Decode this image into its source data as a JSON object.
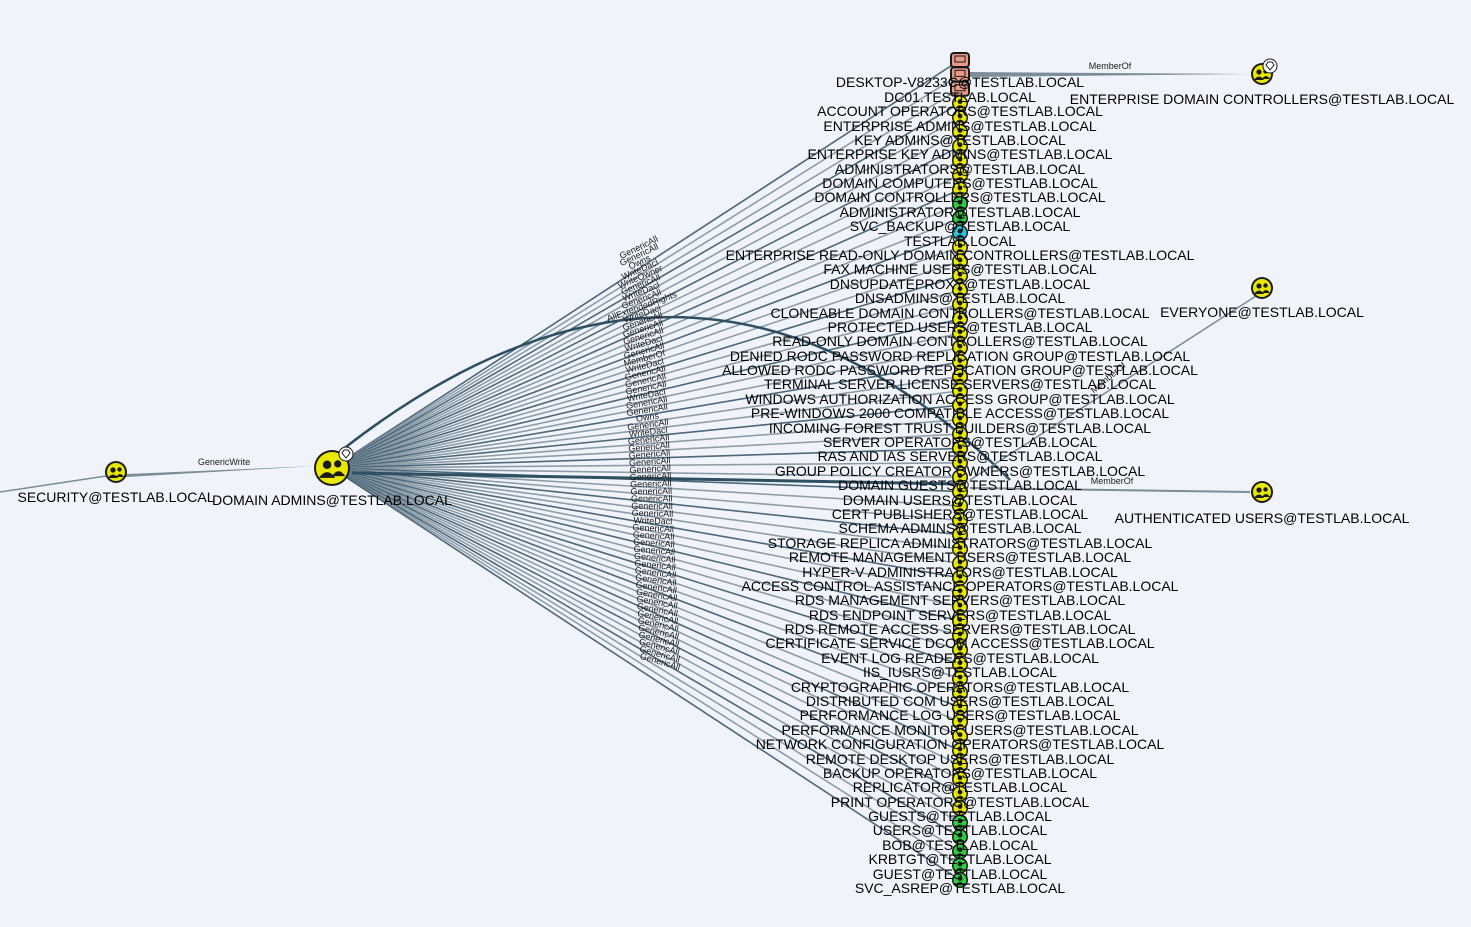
{
  "graph": {
    "source_nodes": [
      {
        "id": "security",
        "label": "SECURITY@TESTLAB.LOCAL",
        "kind": "group"
      },
      {
        "id": "domain_admins",
        "label": "DOMAIN ADMINS@TESTLAB.LOCAL",
        "kind": "group-highvalue"
      }
    ],
    "right_nodes": [
      {
        "id": "edc",
        "label": "ENTERPRISE DOMAIN CONTROLLERS@TESTLAB.LOCAL",
        "kind": "group-highvalue"
      },
      {
        "id": "everyone",
        "label": "EVERYONE@TESTLAB.LOCAL",
        "kind": "group"
      },
      {
        "id": "auth_users",
        "label": "AUTHENTICATED USERS@TESTLAB.LOCAL",
        "kind": "group"
      }
    ],
    "edge_security_to_da": "GenericWrite",
    "edge_to_edc": "MemberOf",
    "edge_to_auth": "MemberOf",
    "edge_to_everyone": "MemberOf",
    "target_nodes": [
      {
        "label": "DESKTOP-V8233",
        "kind": "computer"
      },
      {
        "label": "DESKTOP-V8233C@TESTLAB.LOCAL",
        "kind": "computer"
      },
      {
        "label": "DC01.TESTLAB.LOCAL",
        "kind": "computer"
      },
      {
        "label": "ACCOUNT OPERATORS@TESTLAB.LOCAL",
        "kind": "group"
      },
      {
        "label": "ENTERPRISE ADMINS@TESTLAB.LOCAL",
        "kind": "group"
      },
      {
        "label": "KEY ADMINS@TESTLAB.LOCAL",
        "kind": "group"
      },
      {
        "label": "ENTERPRISE KEY ADMINS@TESTLAB.LOCAL",
        "kind": "group"
      },
      {
        "label": "ADMINISTRATORS@TESTLAB.LOCAL",
        "kind": "group"
      },
      {
        "label": "DOMAIN COMPUTERS@TESTLAB.LOCAL",
        "kind": "group"
      },
      {
        "label": "DOMAIN CONTROLLERS@TESTLAB.LOCAL",
        "kind": "group"
      },
      {
        "label": "ADMINISTRATOR@TESTLAB.LOCAL",
        "kind": "user"
      },
      {
        "label": "SVC_BACKUP@TESTLAB.LOCAL",
        "kind": "user"
      },
      {
        "label": "TESTLAB.LOCAL",
        "kind": "domain"
      },
      {
        "label": "ENTERPRISE READ-ONLY DOMAIN CONTROLLERS@TESTLAB.LOCAL",
        "kind": "group"
      },
      {
        "label": "FAX MACHINE USERS@TESTLAB.LOCAL",
        "kind": "group"
      },
      {
        "label": "DNSUPDATEPROXY@TESTLAB.LOCAL",
        "kind": "group"
      },
      {
        "label": "DNSADMINS@TESTLAB.LOCAL",
        "kind": "group"
      },
      {
        "label": "CLONEABLE DOMAIN CONTROLLERS@TESTLAB.LOCAL",
        "kind": "group"
      },
      {
        "label": "PROTECTED USERS@TESTLAB.LOCAL",
        "kind": "group"
      },
      {
        "label": "READ-ONLY DOMAIN CONTROLLERS@TESTLAB.LOCAL",
        "kind": "group"
      },
      {
        "label": "DENIED RODC PASSWORD REPLICATION GROUP@TESTLAB.LOCAL",
        "kind": "group"
      },
      {
        "label": "ALLOWED RODC PASSWORD REPLICATION GROUP@TESTLAB.LOCAL",
        "kind": "group"
      },
      {
        "label": "TERMINAL SERVER LICENSE SERVERS@TESTLAB.LOCAL",
        "kind": "group"
      },
      {
        "label": "WINDOWS AUTHORIZATION ACCESS GROUP@TESTLAB.LOCAL",
        "kind": "group"
      },
      {
        "label": "PRE-WINDOWS 2000 COMPATIBLE ACCESS@TESTLAB.LOCAL",
        "kind": "group"
      },
      {
        "label": "INCOMING FOREST TRUST BUILDERS@TESTLAB.LOCAL",
        "kind": "group"
      },
      {
        "label": "SERVER OPERATORS@TESTLAB.LOCAL",
        "kind": "group"
      },
      {
        "label": "RAS AND IAS SERVERS@TESTLAB.LOCAL",
        "kind": "group"
      },
      {
        "label": "GROUP POLICY CREATOR OWNERS@TESTLAB.LOCAL",
        "kind": "group"
      },
      {
        "label": "DOMAIN GUESTS@TESTLAB.LOCAL",
        "kind": "group"
      },
      {
        "label": "DOMAIN USERS@TESTLAB.LOCAL",
        "kind": "group"
      },
      {
        "label": "CERT PUBLISHERS@TESTLAB.LOCAL",
        "kind": "group"
      },
      {
        "label": "SCHEMA ADMINS@TESTLAB.LOCAL",
        "kind": "group"
      },
      {
        "label": "STORAGE REPLICA ADMINISTRATORS@TESTLAB.LOCAL",
        "kind": "group"
      },
      {
        "label": "REMOTE MANAGEMENT USERS@TESTLAB.LOCAL",
        "kind": "group"
      },
      {
        "label": "HYPER-V ADMINISTRATORS@TESTLAB.LOCAL",
        "kind": "group"
      },
      {
        "label": "ACCESS CONTROL ASSISTANCE OPERATORS@TESTLAB.LOCAL",
        "kind": "group"
      },
      {
        "label": "RDS MANAGEMENT SERVERS@TESTLAB.LOCAL",
        "kind": "group"
      },
      {
        "label": "RDS ENDPOINT SERVERS@TESTLAB.LOCAL",
        "kind": "group"
      },
      {
        "label": "RDS REMOTE ACCESS SERVERS@TESTLAB.LOCAL",
        "kind": "group"
      },
      {
        "label": "CERTIFICATE SERVICE DCOM ACCESS@TESTLAB.LOCAL",
        "kind": "group"
      },
      {
        "label": "EVENT LOG READERS@TESTLAB.LOCAL",
        "kind": "group"
      },
      {
        "label": "IIS_IUSRS@TESTLAB.LOCAL",
        "kind": "group"
      },
      {
        "label": "CRYPTOGRAPHIC OPERATORS@TESTLAB.LOCAL",
        "kind": "group"
      },
      {
        "label": "DISTRIBUTED COM USERS@TESTLAB.LOCAL",
        "kind": "group"
      },
      {
        "label": "PERFORMANCE LOG USERS@TESTLAB.LOCAL",
        "kind": "group"
      },
      {
        "label": "PERFORMANCE MONITOR USERS@TESTLAB.LOCAL",
        "kind": "group"
      },
      {
        "label": "NETWORK CONFIGURATION OPERATORS@TESTLAB.LOCAL",
        "kind": "group"
      },
      {
        "label": "REMOTE DESKTOP USERS@TESTLAB.LOCAL",
        "kind": "group"
      },
      {
        "label": "BACKUP OPERATORS@TESTLAB.LOCAL",
        "kind": "group"
      },
      {
        "label": "REPLICATOR@TESTLAB.LOCAL",
        "kind": "group"
      },
      {
        "label": "PRINT OPERATORS@TESTLAB.LOCAL",
        "kind": "group"
      },
      {
        "label": "GUESTS@TESTLAB.LOCAL",
        "kind": "group"
      },
      {
        "label": "USERS@TESTLAB.LOCAL",
        "kind": "user"
      },
      {
        "label": "BOB@TESTLAB.LOCAL",
        "kind": "user"
      },
      {
        "label": "KRBTGT@TESTLAB.LOCAL",
        "kind": "user"
      },
      {
        "label": "GUEST@TESTLAB.LOCAL",
        "kind": "user"
      },
      {
        "label": "SVC_ASREP@TESTLAB.LOCAL",
        "kind": "user"
      }
    ],
    "edge_labels": [
      "GenericAll",
      "GenericAll",
      "Owns",
      "WriteDacl",
      "WriteOwner",
      "GenericAll",
      "WriteDacl",
      "GenericAll",
      "AllExtendedRights",
      "WriteDacl",
      "GenericAll",
      "GenericAll",
      "GenericAll",
      "WriteDacl",
      "GenericAll",
      "MemberOf",
      "WriteDacl",
      "GenericAll",
      "GenericAll",
      "GenericAll",
      "WriteDacl",
      "GenericAll",
      "GenericAll",
      "Owns",
      "GenericAll",
      "WriteDacl",
      "GenericAll",
      "GenericAll",
      "GenericAll",
      "GenericAll",
      "GenericAll",
      "GenericAll",
      "GenericAll",
      "GenericAll",
      "GenericAll",
      "GenericAll",
      "GenericAll",
      "WriteDacl",
      "GenericAll",
      "GenericAll",
      "GenericAll",
      "GenericAll",
      "GenericAll",
      "GenericAll",
      "GenericAll",
      "GenericAll",
      "GenericAll",
      "GenericAll",
      "GenericAll",
      "GenericAll",
      "GenericAll",
      "GenericAll",
      "GenericAll",
      "GenericAll",
      "GenericAll",
      "GenericAll",
      "GenericAll"
    ],
    "colors": {
      "background": "#f0f4fa",
      "edge": "#2f4f63",
      "edge_light": "#7b8d99",
      "group_fill": "#e8e800",
      "user_fill": "#2ecc40",
      "computer_fill": "#e79a8a",
      "domain_fill": "#26c6da",
      "icon_dark": "#1a1a1a"
    }
  }
}
